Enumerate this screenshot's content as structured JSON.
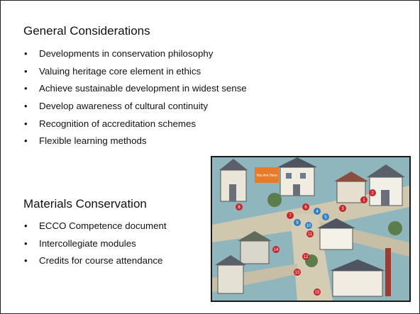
{
  "sections": [
    {
      "heading": "General Considerations",
      "bullets": [
        "Developments in conservation philosophy",
        "Valuing heritage core element in ethics",
        "Achieve sustainable development in widest sense",
        "Develop awareness of cultural continuity",
        "Recognition of accreditation schemes",
        "Flexible learning methods"
      ]
    },
    {
      "heading": "Materials Conservation",
      "bullets": [
        "ECCO Competence document",
        "Intercollegiate modules",
        "Credits for course attendance"
      ]
    }
  ],
  "bullet_glyph": "•",
  "photo": {
    "icon": "heritage-trail-map-photo",
    "you_are_here_label": "You Are Here",
    "marker_labels": [
      "1",
      "2",
      "3",
      "4",
      "5",
      "6",
      "7",
      "8",
      "9",
      "10",
      "11",
      "12",
      "13",
      "14",
      "15"
    ],
    "colors": {
      "water": "#7fa9b4",
      "road": "#c9c0a8",
      "marker_red": "#c8262a",
      "marker_blue": "#2f7fc4",
      "building_wall": "#e9e5d9",
      "roof": "#5a5f6a"
    }
  }
}
